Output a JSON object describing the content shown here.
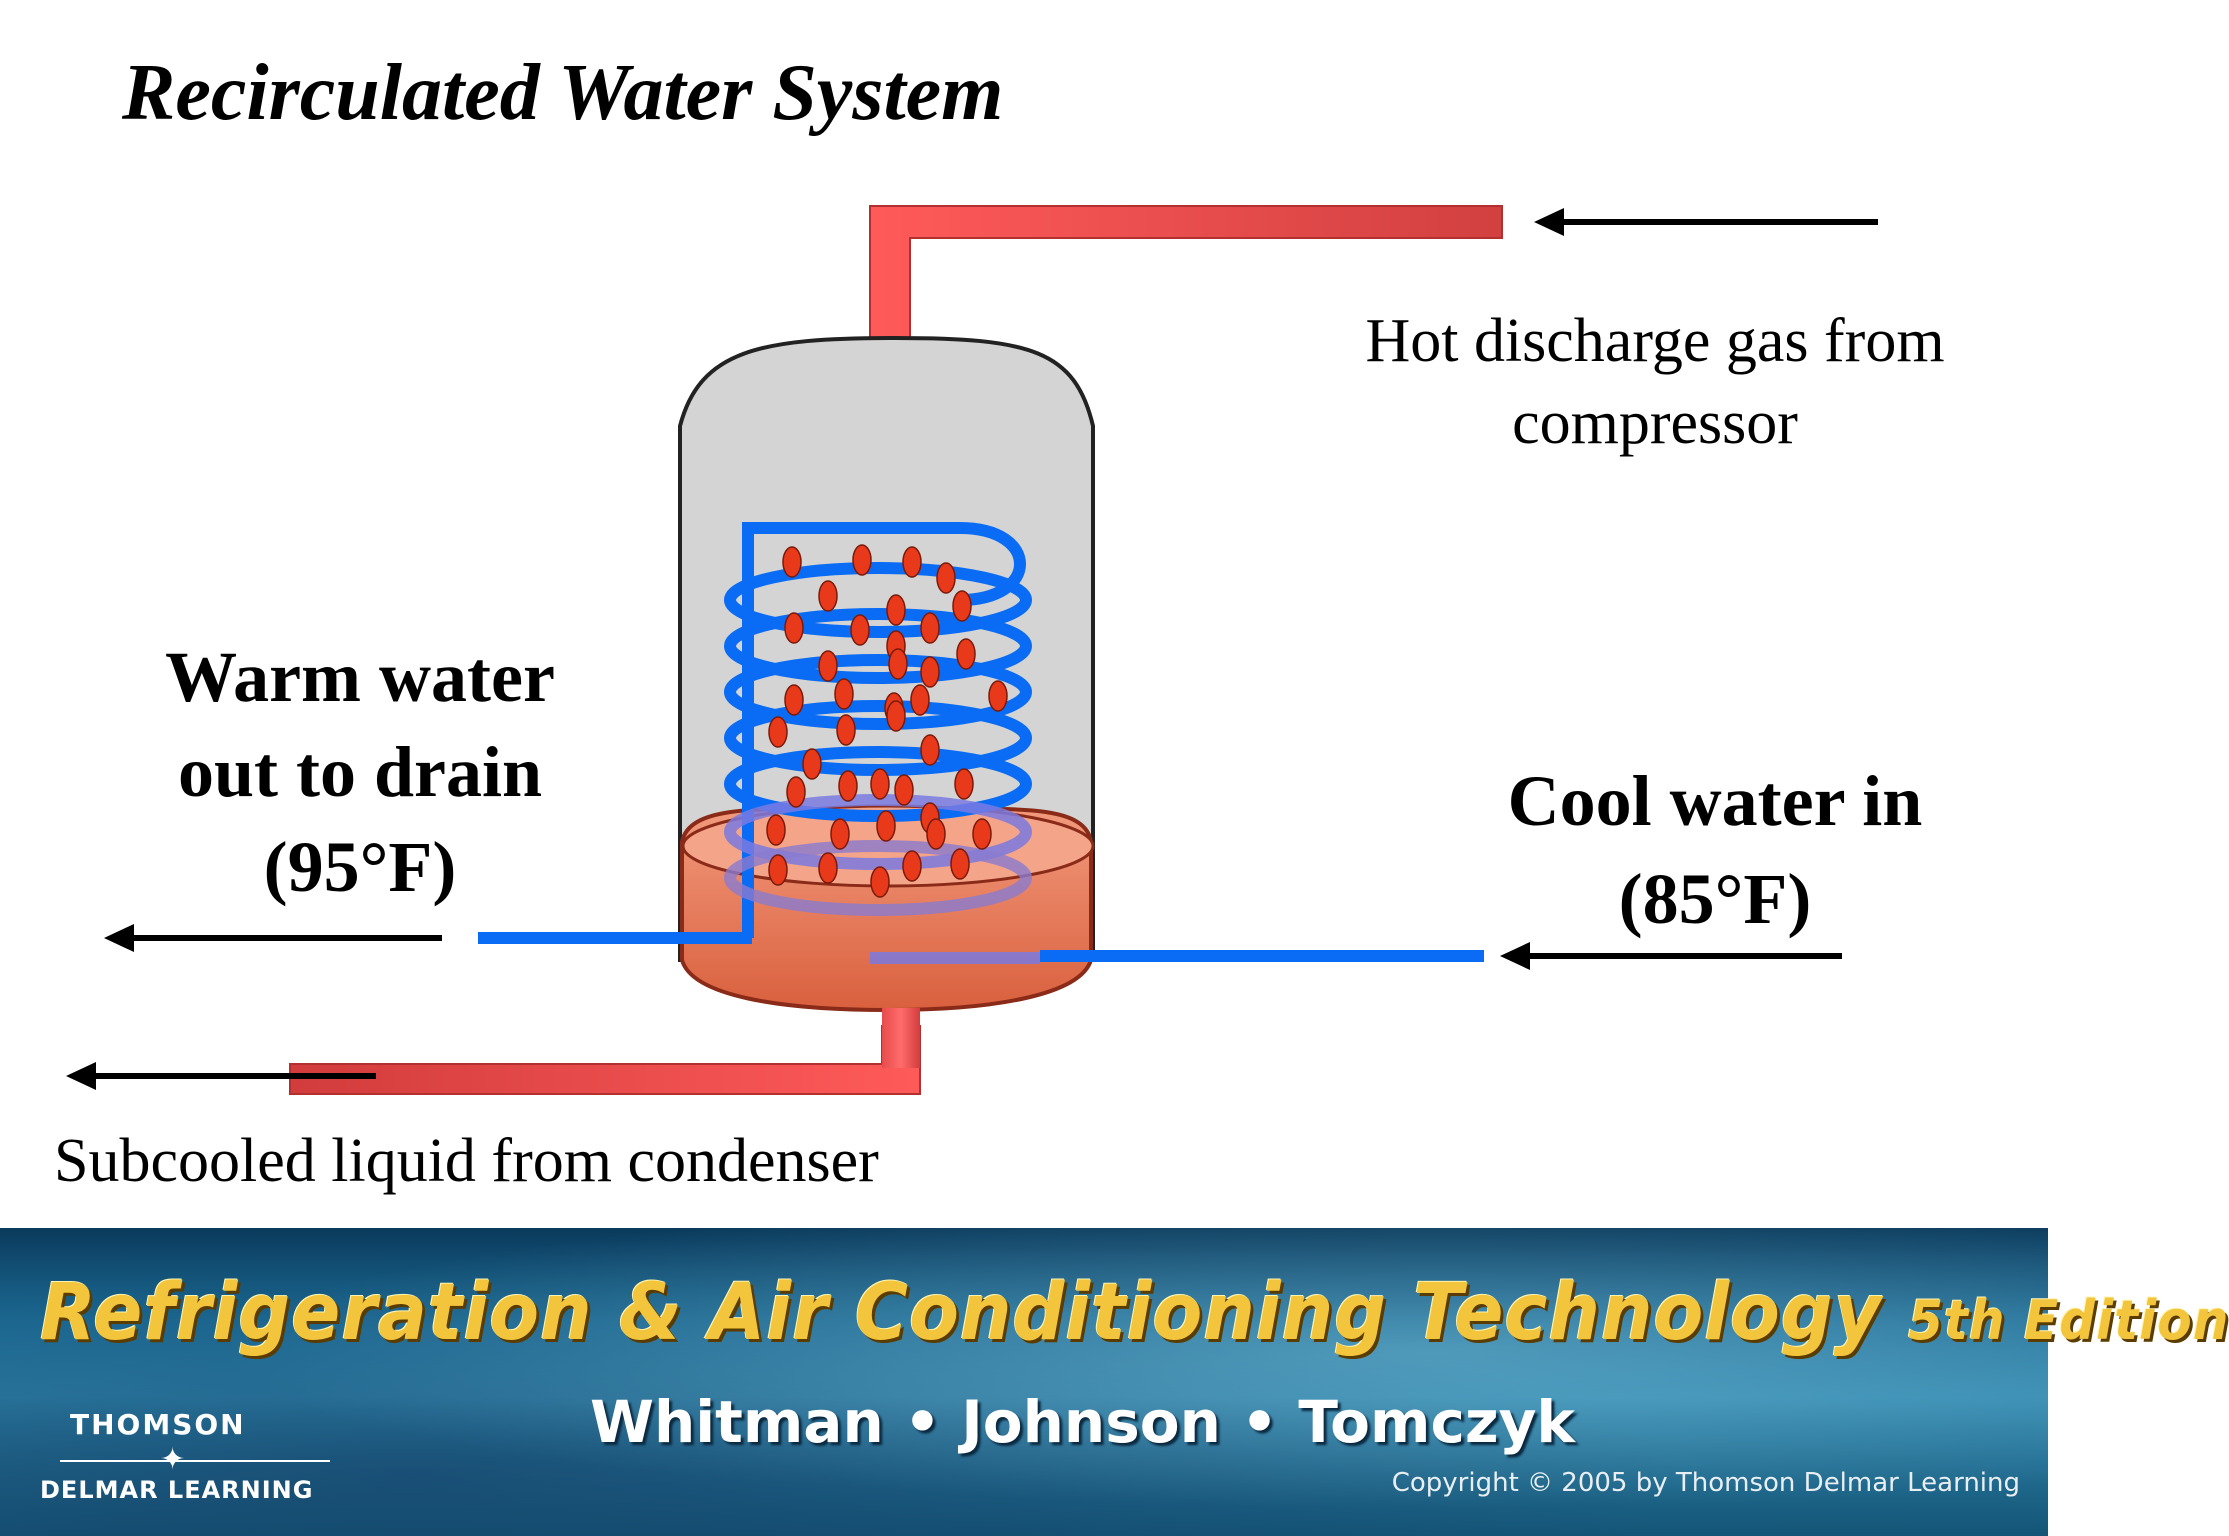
{
  "slide": {
    "title": "Recirculated Water System"
  },
  "labels": {
    "hot_gas_line1": "Hot discharge gas from",
    "hot_gas_line2": "compressor",
    "subcooled": "Subcooled liquid from condenser",
    "warm_line1": "Warm water",
    "warm_line2": "out to drain",
    "warm_line3": "(95°F)",
    "cool_line1": "Cool water in",
    "cool_line2": "(85°F)"
  },
  "banner": {
    "book_title": "Refrigeration & Air Conditioning Technology",
    "edition": "5th Edition",
    "authors": "Whitman • Johnson • Tomczyk",
    "publisher_line1": "THOMSON",
    "publisher_line2": "DELMAR LEARNING",
    "copyright": "Copyright © 2005 by Thomson Delmar Learning"
  },
  "colors": {
    "pipe_hot": "#e34b4b",
    "water_coil": "#0a6cf5",
    "bubbles": "#e83a1a",
    "tank_gray": "#d4d4d4",
    "water_pool": "#e0775a",
    "arrow": "#000000"
  }
}
